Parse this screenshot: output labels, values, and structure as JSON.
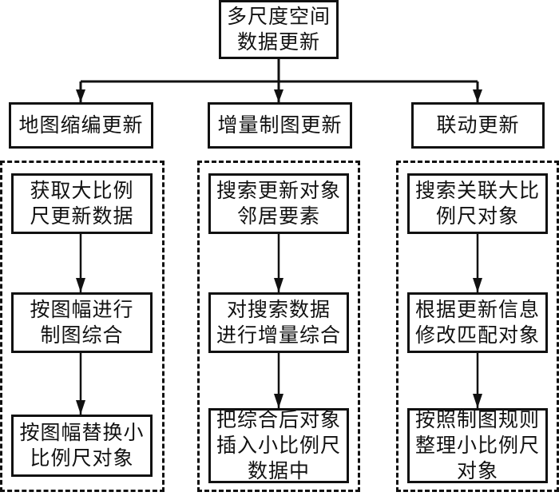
{
  "root": {
    "lines": [
      "多尺度空间",
      "数据更新"
    ]
  },
  "branches": [
    {
      "title": "地图缩编更新",
      "steps": [
        {
          "lines": [
            "获取大比例",
            "尺更新数据"
          ]
        },
        {
          "lines": [
            "按图幅进行",
            "制图综合"
          ]
        },
        {
          "lines": [
            "按图幅替换小",
            "比例尺对象"
          ]
        }
      ]
    },
    {
      "title": "增量制图更新",
      "steps": [
        {
          "lines": [
            "搜索更新对象",
            "邻居要素"
          ]
        },
        {
          "lines": [
            "对搜索数据",
            "进行增量综合"
          ]
        },
        {
          "lines": [
            "把综合后对象",
            "插入小比例尺",
            "数据中"
          ]
        }
      ]
    },
    {
      "title": "联动更新",
      "steps": [
        {
          "lines": [
            "搜索关联大比",
            "例尺对象"
          ]
        },
        {
          "lines": [
            "根据更新信息",
            "修改匹配对象"
          ]
        },
        {
          "lines": [
            "按照制图规则",
            "整理小比例尺",
            "对象"
          ]
        }
      ]
    }
  ]
}
